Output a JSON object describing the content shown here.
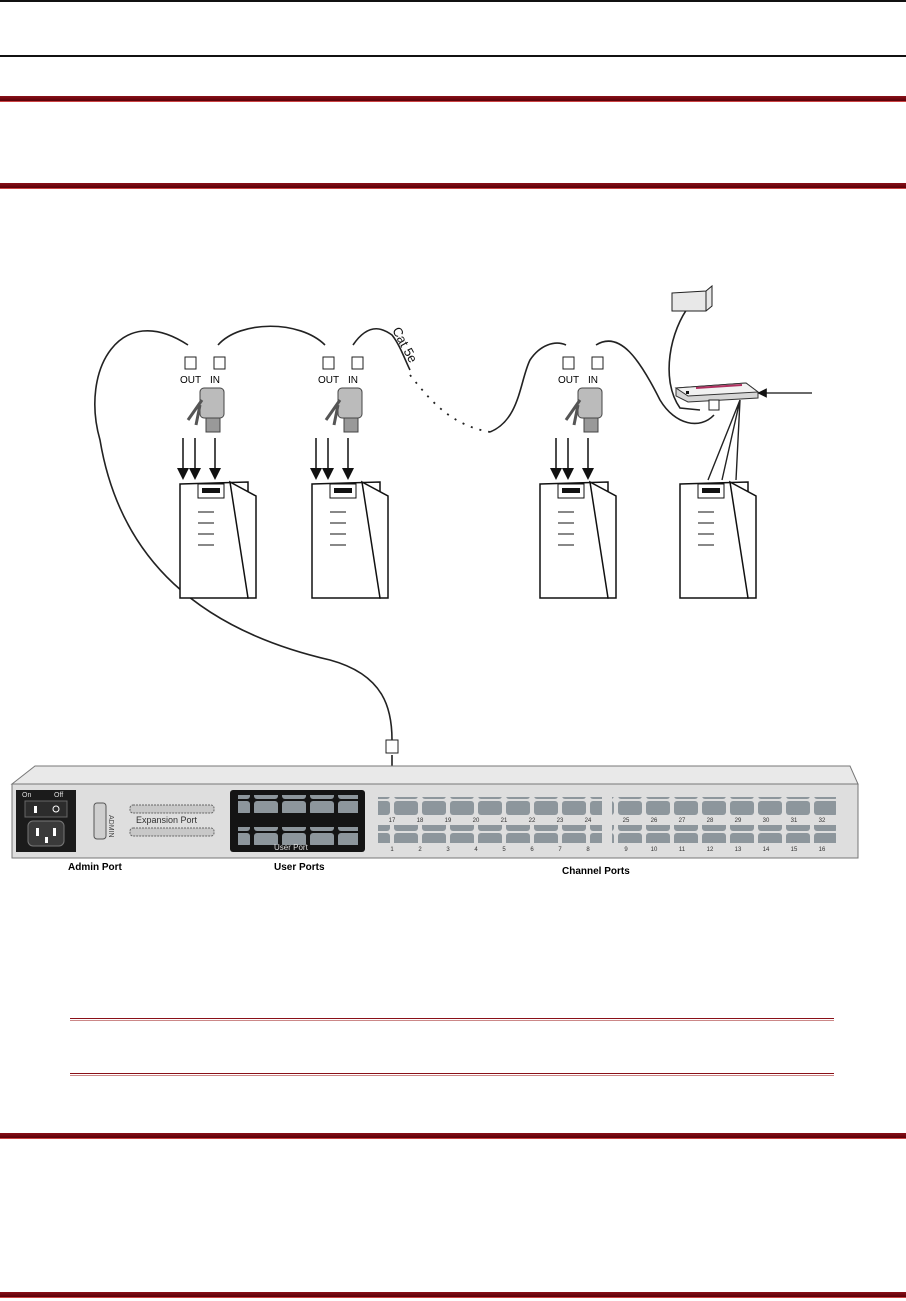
{
  "diagram": {
    "cable_label": "Cat 5e",
    "dongles": [
      {
        "out_label": "OUT",
        "in_label": "IN"
      },
      {
        "out_label": "OUT",
        "in_label": "IN"
      },
      {
        "out_label": "OUT",
        "in_label": "IN"
      }
    ],
    "switch_panel": {
      "power_on_label": "On",
      "power_off_label": "Off",
      "admin_port_label": "Admin Port",
      "user_ports_label": "User Ports",
      "user_port_inner_label": "User Port",
      "expansion_port_label": "Expansion Port",
      "channel_ports_label": "Channel Ports",
      "channel_top_numbers": [
        "17",
        "18",
        "19",
        "20",
        "21",
        "22",
        "23",
        "24",
        "25",
        "26",
        "27",
        "28",
        "29",
        "30",
        "31",
        "32"
      ],
      "channel_bottom_numbers": [
        "1",
        "2",
        "3",
        "4",
        "5",
        "6",
        "7",
        "8",
        "9",
        "10",
        "11",
        "12",
        "13",
        "14",
        "15",
        "16"
      ]
    }
  }
}
